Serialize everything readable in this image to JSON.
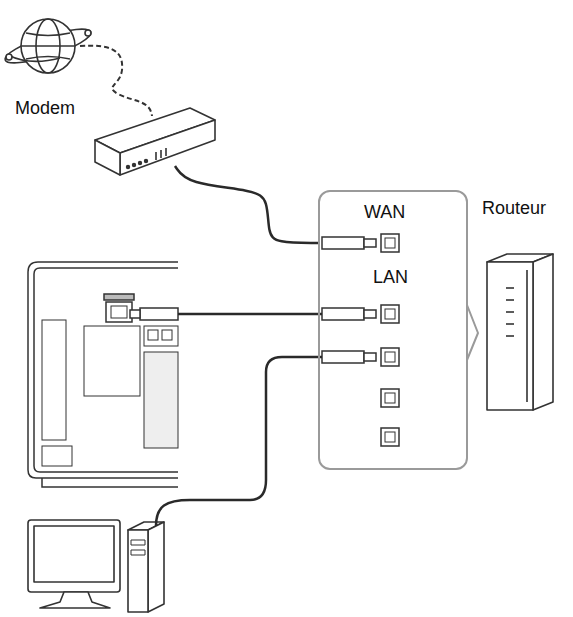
{
  "diagram": {
    "nodes": [
      {
        "text": [
          "Modem"
        ]
      },
      {
        "text": [
          "WAN",
          "LAN"
        ]
      },
      {
        "text": [
          "Routeur"
        ]
      }
    ],
    "edges": [
      {
        "from": 0,
        "to": 1,
        "arrow": "none"
      },
      {
        "from": 1,
        "to": 2,
        "arrow": "none"
      }
    ]
  }
}
